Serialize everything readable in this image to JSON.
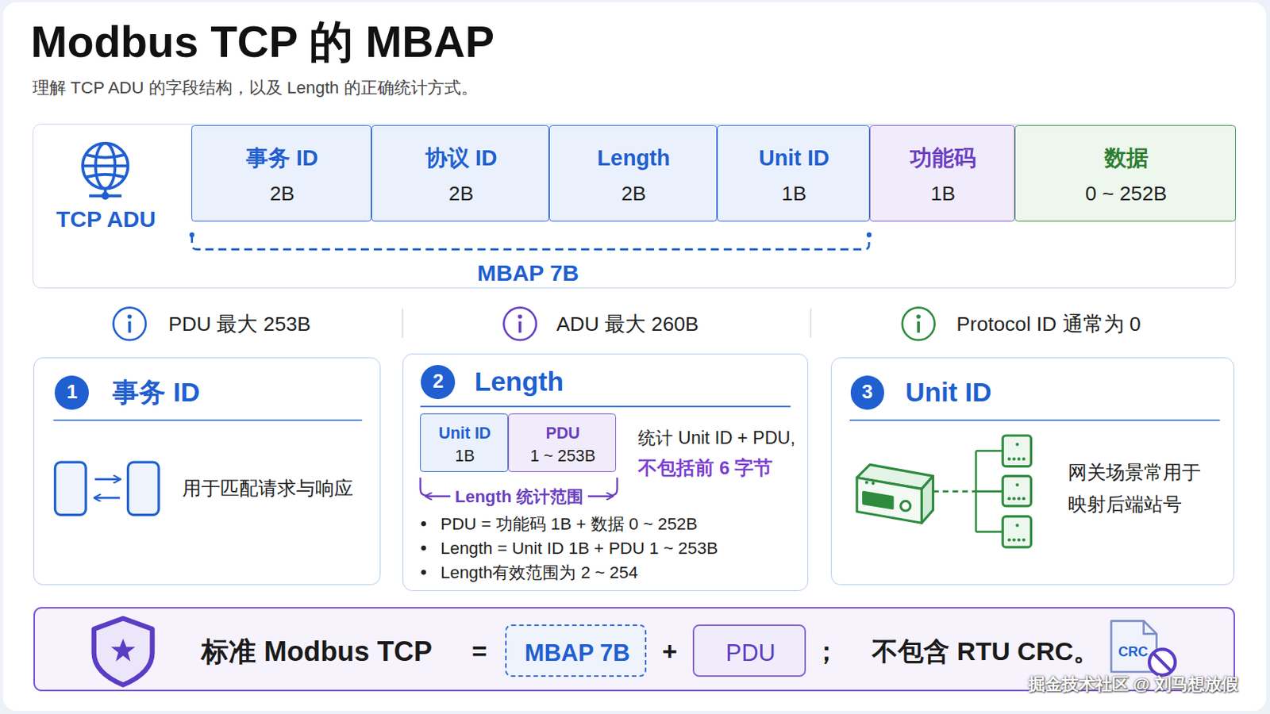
{
  "diagram": {
    "title": "Modbus TCP 的 MBAP",
    "caption": "理解 TCP ADU 的字段结构，以及 Length 的正确统计方式。",
    "nodes": [
      {
        "text": [
          "TCP ADU"
        ]
      },
      {
        "text": [
          "事务 ID",
          "2B"
        ],
        "in": 0
      },
      {
        "text": [
          "协议 ID",
          "2B"
        ],
        "in": 0
      },
      {
        "text": [
          "Length",
          "2B"
        ],
        "in": 0
      },
      {
        "text": [
          "Unit ID",
          "1B"
        ],
        "in": 0
      },
      {
        "text": [
          "功能码",
          "1B"
        ],
        "in": 0
      },
      {
        "text": [
          "数据",
          "0 ~ 252B"
        ],
        "in": 0
      },
      {
        "text": [
          "事务 ID",
          "用于匹配请求与响应"
        ]
      },
      {
        "text": [
          "1"
        ],
        "in": 7
      },
      {
        "text": [
          "Length",
          "Length 统计范围",
          "统计 Unit ID + PDU,",
          "不包括前 6 字节",
          "PDU = 功能码 1B + 数据 0 ~ 252B",
          "Length = Unit ID 1B + PDU 1 ~ 253B",
          "Length有效范围为 2 ~ 254"
        ]
      },
      {
        "text": [
          "2"
        ],
        "in": 9
      },
      {
        "text": [
          "Unit ID",
          "1B"
        ],
        "in": 9
      },
      {
        "text": [
          "PDU",
          "1 ~ 253B"
        ],
        "in": 9
      },
      {
        "text": [
          "Unit ID",
          "网关场景常用于 映射后端站号"
        ]
      },
      {
        "text": [
          "3"
        ],
        "in": 13
      },
      {
        "text": [
          "标准 Modbus TCP",
          "=",
          "+",
          "；",
          "不包含 RTU CRC。"
        ]
      },
      {
        "text": [
          "MBAP 7B"
        ],
        "in": 15
      },
      {
        "text": [
          "PDU"
        ],
        "in": 15
      }
    ],
    "labels": [
      "MBAP 7B",
      "PDU 最大 253B",
      "ADU 最大 260B",
      "Protocol ID 通常为 0",
      "CRC",
      "掘金技术社区 @ 刘马想放假"
    ]
  }
}
